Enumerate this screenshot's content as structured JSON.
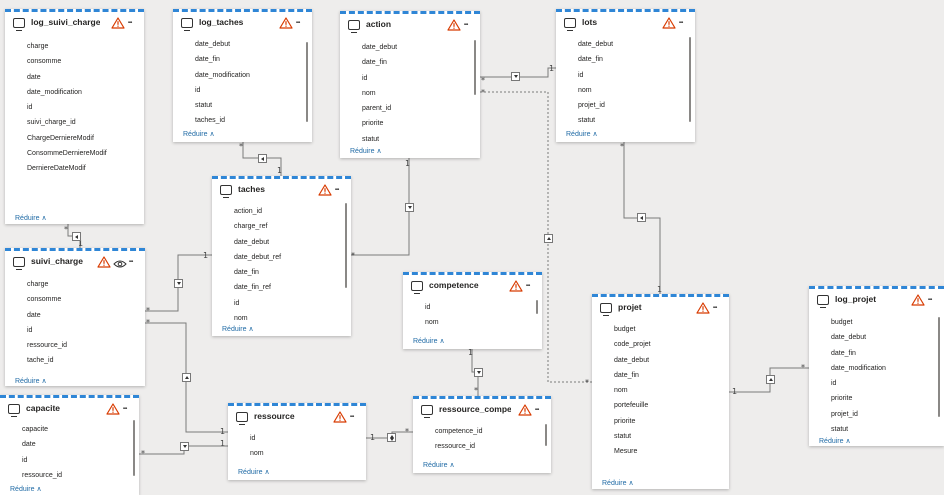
{
  "collapse_label": "Réduire",
  "tables": {
    "log_suivi_charge": {
      "title": "log_suivi_charge",
      "fields": [
        "charge",
        "consomme",
        "date",
        "date_modification",
        "id",
        "suivi_charge_id",
        "ChargeDerniereModif",
        "ConsommeDerniereModif",
        "DerniereDateModif"
      ]
    },
    "log_taches": {
      "title": "log_taches",
      "fields": [
        "date_debut",
        "date_fin",
        "date_modification",
        "id",
        "statut",
        "taches_id"
      ]
    },
    "action": {
      "title": "action",
      "fields": [
        "date_debut",
        "date_fin",
        "id",
        "nom",
        "parent_id",
        "priorite",
        "statut"
      ]
    },
    "lots": {
      "title": "lots",
      "fields": [
        "date_debut",
        "date_fin",
        "id",
        "nom",
        "projet_id",
        "statut"
      ]
    },
    "taches": {
      "title": "taches",
      "fields": [
        "action_id",
        "charge_ref",
        "date_debut",
        "date_debut_ref",
        "date_fin",
        "date_fin_ref",
        "id",
        "nom"
      ]
    },
    "suivi_charge": {
      "title": "suivi_charge",
      "fields": [
        "charge",
        "consomme",
        "date",
        "id",
        "ressource_id",
        "tache_id"
      ]
    },
    "competence": {
      "title": "competence",
      "fields": [
        "id",
        "nom"
      ]
    },
    "projet": {
      "title": "projet",
      "fields": [
        "budget",
        "code_projet",
        "date_debut",
        "date_fin",
        "nom",
        "portefeuille",
        "priorite",
        "statut",
        "Mesure"
      ]
    },
    "log_projet": {
      "title": "log_projet",
      "fields": [
        "budget",
        "date_debut",
        "date_fin",
        "date_modification",
        "id",
        "priorite",
        "projet_id",
        "statut"
      ]
    },
    "capacite": {
      "title": "capacite",
      "fields": [
        "capacite",
        "date",
        "id",
        "ressource_id"
      ]
    },
    "ressource": {
      "title": "ressource",
      "fields": [
        "id",
        "nom"
      ]
    },
    "ressource_competence": {
      "title": "ressource_compete...",
      "fields": [
        "competence_id",
        "ressource_id"
      ]
    }
  },
  "cardinality": {
    "many": "*",
    "one": "1"
  },
  "colors": {
    "accent": "#2f86d6",
    "warning": "#d83b01",
    "link": "#1f6aa5"
  },
  "icons": [
    "table-icon",
    "warning-icon",
    "eye-icon",
    "more-options-icon",
    "filter-direction-arrow-icon"
  ]
}
